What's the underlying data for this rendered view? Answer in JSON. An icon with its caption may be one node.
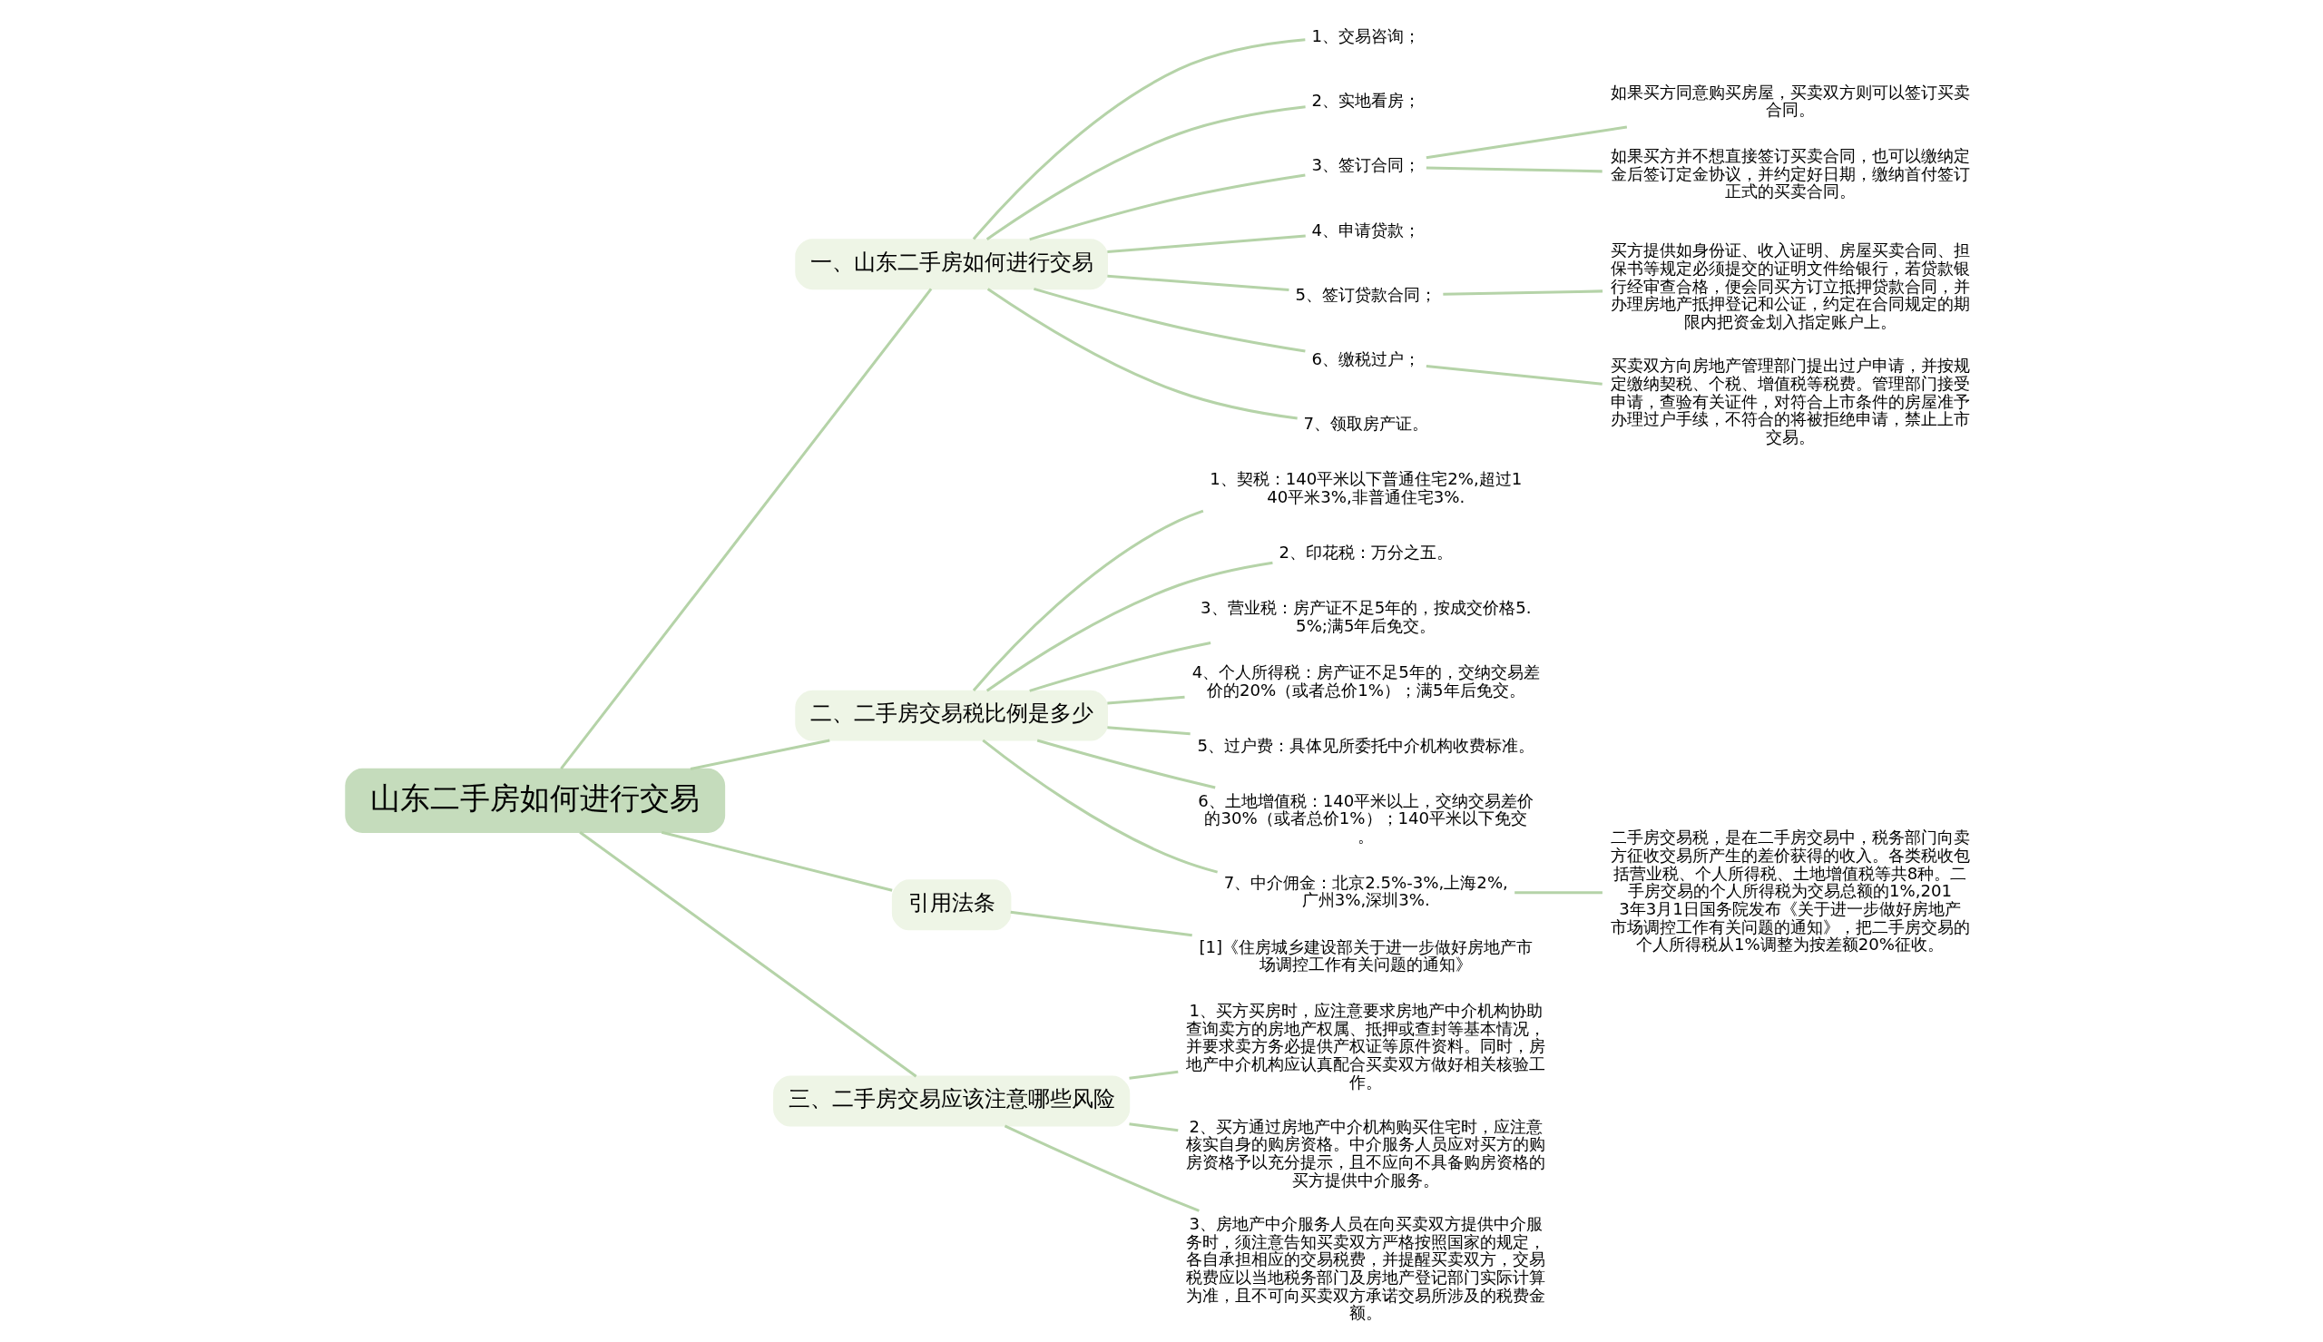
{
  "diagram": {
    "nodes": [
      {
        "text": [
          "山东二手房如何进行交易"
        ]
      },
      {
        "text": [
          "一、山东二手房如何进行交易"
        ]
      },
      {
        "text": [
          "1、交易咨询；"
        ]
      },
      {
        "text": [
          "2、实地看房；"
        ]
      },
      {
        "text": [
          "3、签订合同；"
        ]
      },
      {
        "text": [
          "4、申请贷款；"
        ]
      },
      {
        "text": [
          "5、签订贷款合同；"
        ]
      },
      {
        "text": [
          "6、缴税过户；"
        ]
      },
      {
        "text": [
          "7、领取房产证。"
        ]
      },
      {
        "text": [
          "如果买方同意购买房屋，买卖双方则可以签订买卖合同。"
        ]
      },
      {
        "text": [
          "如果买方并不想直接签订买卖合同，也可以缴纳定金后签订定金协议，并约定好日期，缴纳首付签订正式的买卖合同。"
        ]
      },
      {
        "text": [
          "买方提供如身份证、收入证明、房屋买卖合同、担保书等规定必须提交的证明文件给银行，若贷款银行经审查合格，便会同买方订立抵押贷款合同，并办理房地产抵押登记和公证，约定在合同规定的期限内把资金划入指定账户上。"
        ]
      },
      {
        "text": [
          "买卖双方向房地产管理部门提出过户申请，并按规定缴纳契税、个税、增值税等税费。管理部门接受申请，查验有关证件，对符合上市条件的房屋准予办理过户手续，不符合的将被拒绝申请，禁止上市交易。"
        ]
      },
      {
        "text": [
          "二、二手房交易税比例是多少"
        ]
      },
      {
        "text": [
          "1、契税：140平米以下普通住宅2%,超过140平米3%,非普通住宅3%."
        ]
      },
      {
        "text": [
          "2、印花税：万分之五。"
        ]
      },
      {
        "text": [
          "3、营业税：房产证不足5年的，按成交价格5.5%;满5年后免交。"
        ]
      },
      {
        "text": [
          "4、个人所得税：房产证不足5年的，交纳交易差价的20%（或者总价1%）；满5年后免交。"
        ]
      },
      {
        "text": [
          "5、过户费：具体见所委托中介机构收费标准。"
        ]
      },
      {
        "text": [
          "6、土地增值税：140平米以上，交纳交易差价的30%（或者总价1%）；140平米以下免交。"
        ]
      },
      {
        "text": [
          "7、中介佣金：北京2.5%-3%,上海2%,广州3%,深圳3%."
        ]
      },
      {
        "text": [
          "二手房交易税，是在二手房交易中，税务部门向卖方征收交易所产生的差价获得的收入。各类税收包括营业税、个人所得税、土地增值税等共8种。二手房交易的个人所得税为交易总额的1%,2013年3月1日国务院发布《关于进一步做好房地产市场调控工作有关问题的通知》，把二手房交易的个人所得税从1%调整为按差额20%征收。"
        ]
      },
      {
        "text": [
          "引用法条"
        ]
      },
      {
        "text": [
          "[1]《住房城乡建设部关于进一步做好房地产市场调控工作有关问题的通知》"
        ]
      },
      {
        "text": [
          "三、二手房交易应该注意哪些风险"
        ]
      },
      {
        "text": [
          "1、买方买房时，应注意要求房地产中介机构协助查询卖方的房地产权属、抵押或查封等基本情况，并要求卖方务必提供产权证等原件资料。同时，房地产中介机构应认真配合买卖双方做好相关核验工作。"
        ]
      },
      {
        "text": [
          "2、买方通过房地产中介机构购买住宅时，应注意核实自身的购房资格。中介服务人员应对买方的购房资格予以充分提示，且不应向不具备购房资格的买方提供中介服务。"
        ]
      },
      {
        "text": [
          "3、房地产中介服务人员在向买卖双方提供中介服务时，须注意告知买卖双方严格按照国家的规定，各自承担相应的交易税费，并提醒买卖双方，交易税费应以当地税务部门及房地产登记部门实际计算为准，且不可向买卖双方承诺交易所涉及的税费金额。"
        ]
      }
    ],
    "edges": [
      {
        "from": 0,
        "to": 1,
        "arrow": "none"
      },
      {
        "from": 1,
        "to": 2,
        "arrow": "none"
      },
      {
        "from": 1,
        "to": 3,
        "arrow": "none"
      },
      {
        "from": 1,
        "to": 4,
        "arrow": "none"
      },
      {
        "from": 1,
        "to": 5,
        "arrow": "none"
      },
      {
        "from": 1,
        "to": 6,
        "arrow": "none"
      },
      {
        "from": 1,
        "to": 7,
        "arrow": "none"
      },
      {
        "from": 1,
        "to": 8,
        "arrow": "none"
      },
      {
        "from": 4,
        "to": 9,
        "arrow": "none"
      },
      {
        "from": 4,
        "to": 10,
        "arrow": "none"
      },
      {
        "from": 6,
        "to": 11,
        "arrow": "none"
      },
      {
        "from": 7,
        "to": 12,
        "arrow": "none"
      },
      {
        "from": 0,
        "to": 13,
        "arrow": "none"
      },
      {
        "from": 13,
        "to": 14,
        "arrow": "none"
      },
      {
        "from": 13,
        "to": 15,
        "arrow": "none"
      },
      {
        "from": 13,
        "to": 16,
        "arrow": "none"
      },
      {
        "from": 13,
        "to": 17,
        "arrow": "none"
      },
      {
        "from": 13,
        "to": 18,
        "arrow": "none"
      },
      {
        "from": 13,
        "to": 19,
        "arrow": "none"
      },
      {
        "from": 13,
        "to": 20,
        "arrow": "none"
      },
      {
        "from": 20,
        "to": 21,
        "arrow": "none"
      },
      {
        "from": 0,
        "to": 22,
        "arrow": "none"
      },
      {
        "from": 22,
        "to": 23,
        "arrow": "none"
      },
      {
        "from": 0,
        "to": 24,
        "arrow": "none"
      },
      {
        "from": 24,
        "to": 25,
        "arrow": "none"
      },
      {
        "from": 24,
        "to": 26,
        "arrow": "none"
      },
      {
        "from": 24,
        "to": 27,
        "arrow": "none"
      }
    ]
  }
}
